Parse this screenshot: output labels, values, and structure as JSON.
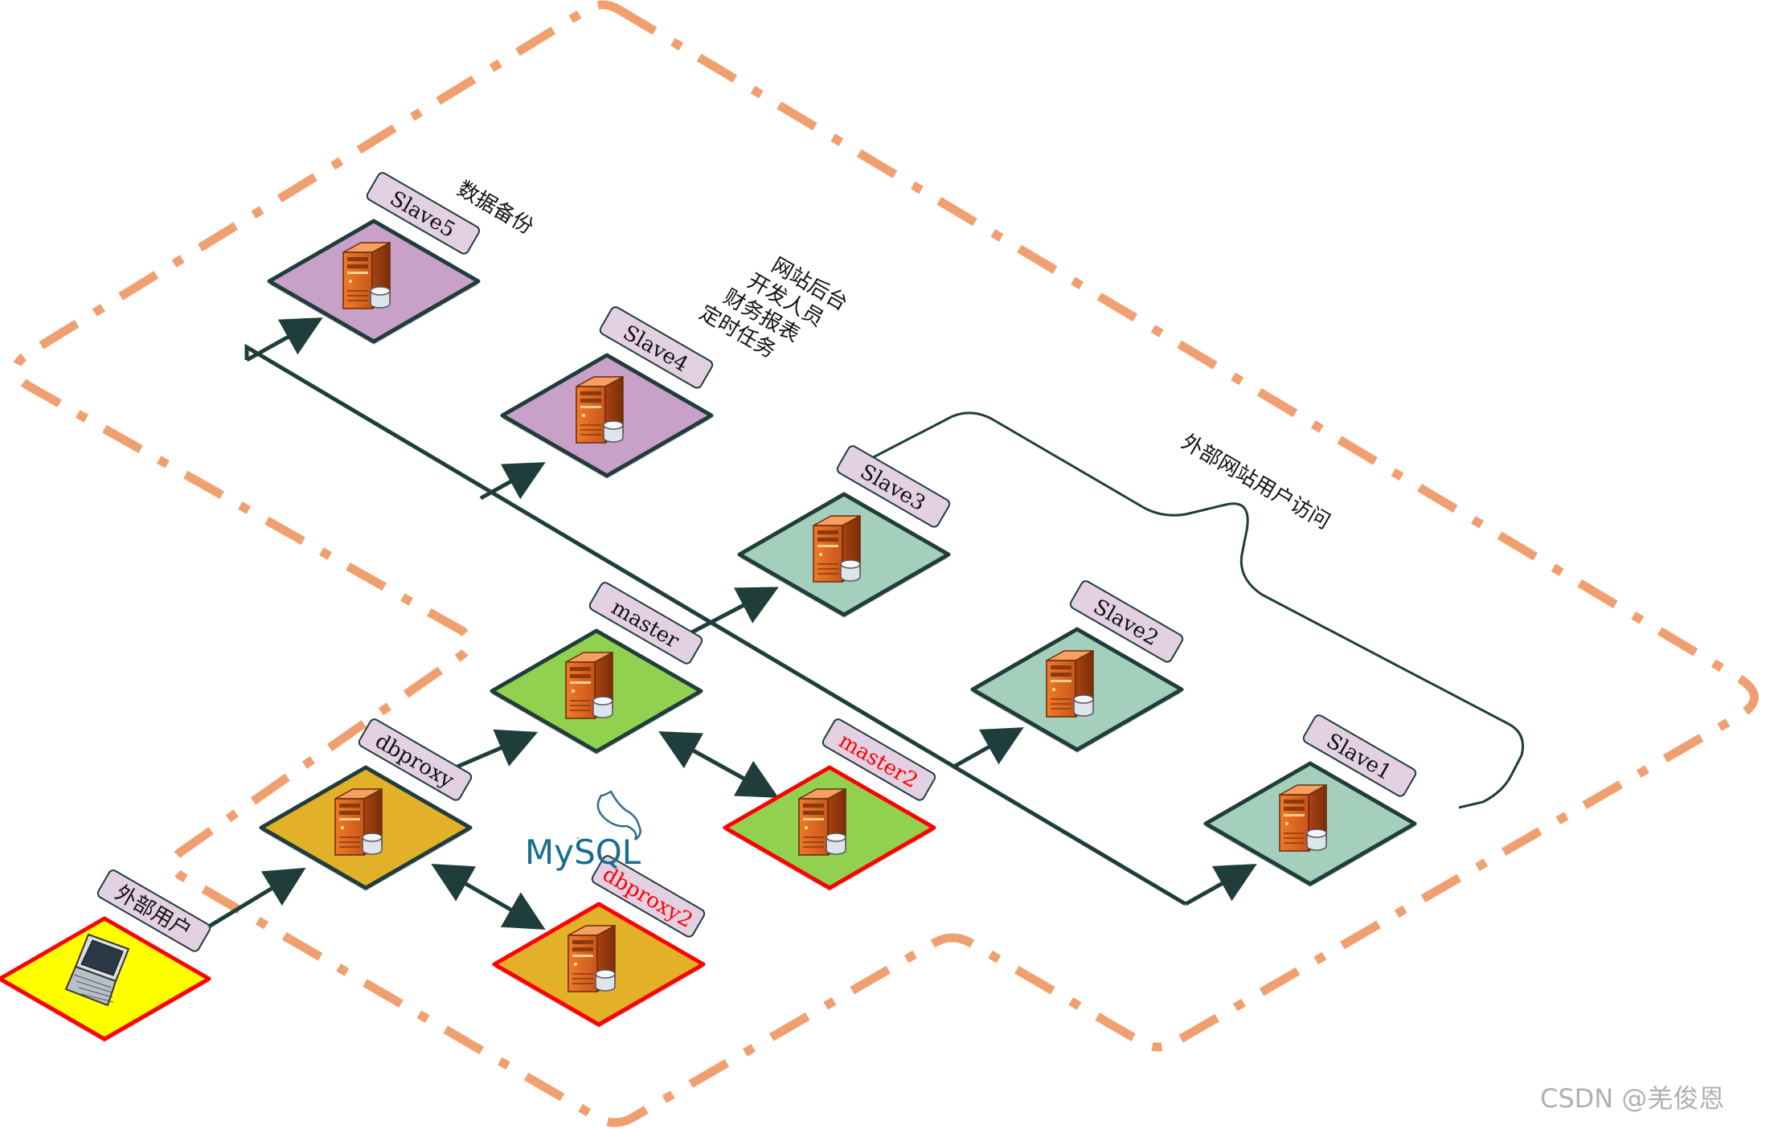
{
  "nodes": {
    "slave5": {
      "label": "Slave5"
    },
    "slave4": {
      "label": "Slave4"
    },
    "slave3": {
      "label": "Slave3"
    },
    "slave2": {
      "label": "Slave2"
    },
    "slave1": {
      "label": "Slave1"
    },
    "master": {
      "label": "master"
    },
    "master2": {
      "label": "master2"
    },
    "dbproxy": {
      "label": "dbproxy"
    },
    "dbproxy2": {
      "label": "dbproxy2"
    },
    "client": {
      "label": "外部用户"
    }
  },
  "annotations": {
    "backup": "数据备份",
    "slave4_uses": [
      "网站后台",
      "开发人员",
      "财务报表",
      "定时任务"
    ],
    "external_access": "外部网站用户访问"
  },
  "logo": "MySQL",
  "watermark": "CSDN @羌俊恩",
  "colors": {
    "purple": "#c8a0c8",
    "teal": "#a3cfbc",
    "green": "#92d050",
    "gold": "#e2b029",
    "yellow": "#ffff00",
    "label": "#e3d0e3",
    "dashed": "#f0a070",
    "line": "#1f3d3a",
    "red": "#ff0000"
  }
}
